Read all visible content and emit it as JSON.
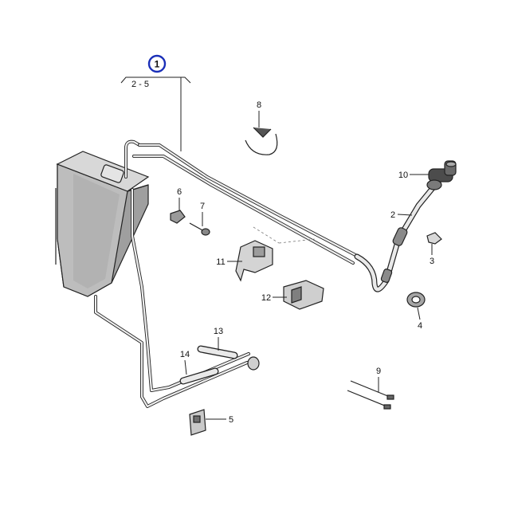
{
  "labels": {
    "assembly_group": "1",
    "assembly_range": "2 - 5",
    "p2": "2",
    "p3": "3",
    "p4": "4",
    "p5": "5",
    "p6": "6",
    "p7": "7",
    "p8": "8",
    "p9": "9",
    "p10": "10",
    "p11": "11",
    "p12": "12",
    "p13": "13",
    "p14": "14"
  },
  "colors": {
    "highlight_circle": "#1a2fb8",
    "line": "#222222",
    "canister_body": "#bdbdbd",
    "canister_top": "#d8d8d8"
  },
  "icons": {
    "highlight": "circle-marker"
  }
}
